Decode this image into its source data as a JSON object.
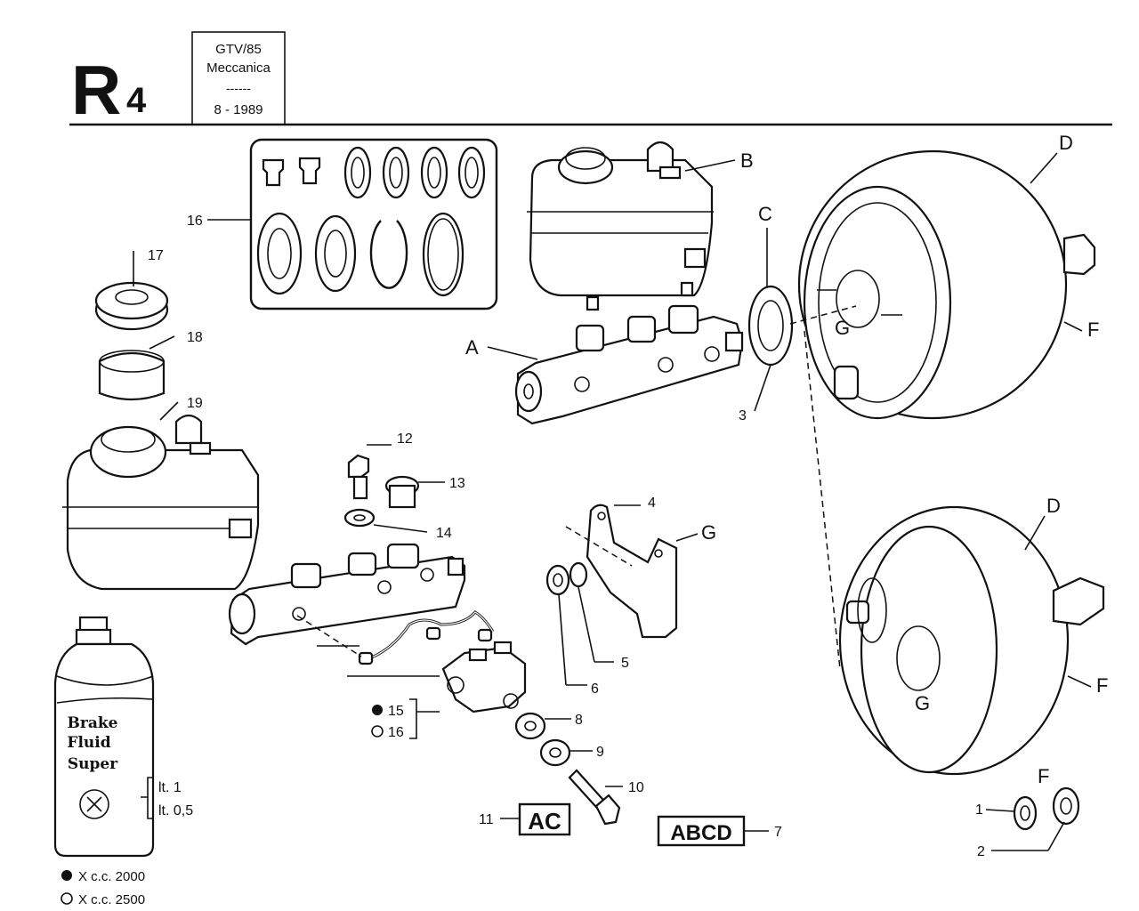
{
  "header": {
    "section_letter": "R",
    "section_number": "4",
    "model": "GTV/85",
    "group": "Meccanica",
    "separator": "------",
    "date": "8 - 1989"
  },
  "callouts": {
    "A": "A",
    "B": "B",
    "C": "C",
    "D_top": "D",
    "D_bottom": "D",
    "F_top": "F",
    "F_bottom": "F",
    "F_small": "F",
    "G_top": "G",
    "G_bottom": "G",
    "G_bracket": "G",
    "n1": "1",
    "n2": "2",
    "n3": "3",
    "n4": "4",
    "n5": "5",
    "n6": "6",
    "n7": "7",
    "n8": "8",
    "n9": "9",
    "n10": "10",
    "n11": "11",
    "n12": "12",
    "n13": "13",
    "n14": "14",
    "n15": "15",
    "n16_kit": "16",
    "n16_legend": "16",
    "n17": "17",
    "n18": "18",
    "n19": "19"
  },
  "boxes": {
    "ac": "AC",
    "abcd": "ABCD"
  },
  "bottle": {
    "line1": "Brake",
    "line2": "Fluid",
    "line3": "Super",
    "capacity_1": "lt. 1",
    "capacity_2": "lt. 0,5"
  },
  "legend": {
    "filled": "X c.c. 2000",
    "open": "X c.c. 2500"
  }
}
